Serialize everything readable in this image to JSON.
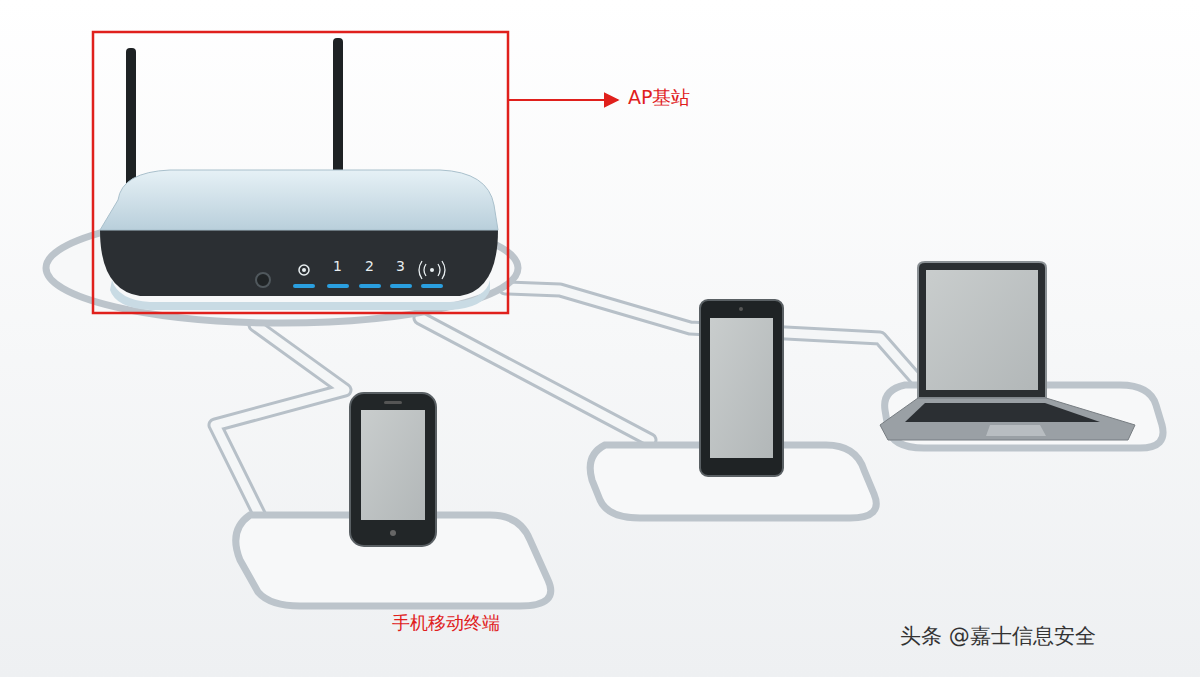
{
  "diagram": {
    "labels": [
      "AP基站",
      "1",
      "2",
      "3",
      "手机移动终端",
      "头条 @嘉士信息安全"
    ]
  }
}
